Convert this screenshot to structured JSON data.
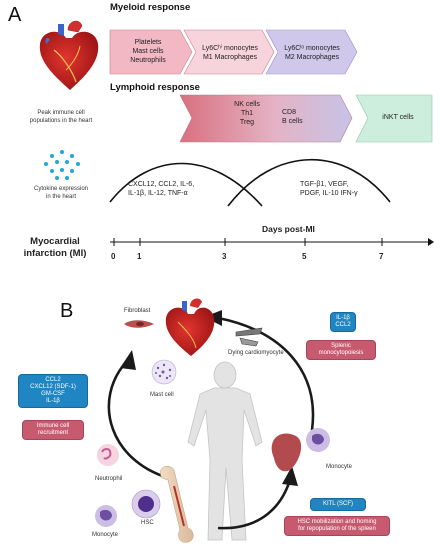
{
  "panel_a": {
    "letter": "A",
    "myeloid_title": "Myeloid response",
    "lymphoid_title": "Lymphoid response",
    "myeloid_boxes": [
      {
        "lines": [
          "Platelets",
          "Mast cells",
          "Neutrophils"
        ]
      },
      {
        "lines": [
          "Ly6Cʰⁱ monocytes",
          "M1 Macrophages"
        ]
      },
      {
        "lines": [
          "Ly6Cˡᵒ monocytes",
          "M2 Macrophages"
        ]
      }
    ],
    "lymphoid_boxes": [
      {
        "lines": [
          "NK cells",
          "Th1",
          "Treg"
        ]
      },
      {
        "lines": [
          "CD8",
          "B cells"
        ]
      },
      {
        "lines": [
          "iNKT cells"
        ]
      }
    ],
    "heart_caption": [
      "Peak immune cell",
      "populations in the heart"
    ],
    "cytokine_caption": [
      "Cytokine expression",
      "in the heart"
    ],
    "cytokines_early": [
      "CXCL12, CCL2, IL-6,",
      "IL-1β, IL-12, TNF-α"
    ],
    "cytokines_late": [
      "TGF-β1, VEGF,",
      "PDGF, IL-10 IFN-γ"
    ],
    "mi_label": [
      "Myocardial",
      "infarction (MI)"
    ],
    "axis_title": "Days post-MI",
    "ticks": [
      "0",
      "1",
      "3",
      "5",
      "7"
    ]
  },
  "panel_b": {
    "letter": "B",
    "labels": {
      "fibroblast": "Fibroblast",
      "dying": "Dying cardiomyocyte",
      "mast": "Mast cell",
      "neutrophil": "Neutrophil",
      "hsc": "HSC",
      "monocyte_left": "Monocyte",
      "monocyte_right": "Monocyte"
    },
    "cytokine_box_left": [
      "CCL2",
      "CXCL12 (SDF-1)",
      "GM-CSF",
      "IL-1β"
    ],
    "recruit_box": [
      "Immune cell",
      "recruitment"
    ],
    "splenic_small": [
      "IL-1β",
      "CCL2"
    ],
    "splenic_box": [
      "Splenic",
      "monocytopoiesis"
    ],
    "kitl_box": "KITL (SCF)",
    "hsc_box": [
      "HSC mobilization and homing",
      "for repopulation of the spleen"
    ]
  },
  "colors": {
    "myeloid_1": "#f2b8c4",
    "myeloid_2": "#f7d3dc",
    "myeloid_3": "#cfc8ea",
    "lymphoid_grad_start": "#d9707f",
    "lymphoid_grad_end": "#c7c3e8",
    "inkt": "#cdeedd",
    "cytokine_dot": "#1fa8d6",
    "blue_pill": "#1f86c3",
    "red_pill": "#c85a6f"
  }
}
